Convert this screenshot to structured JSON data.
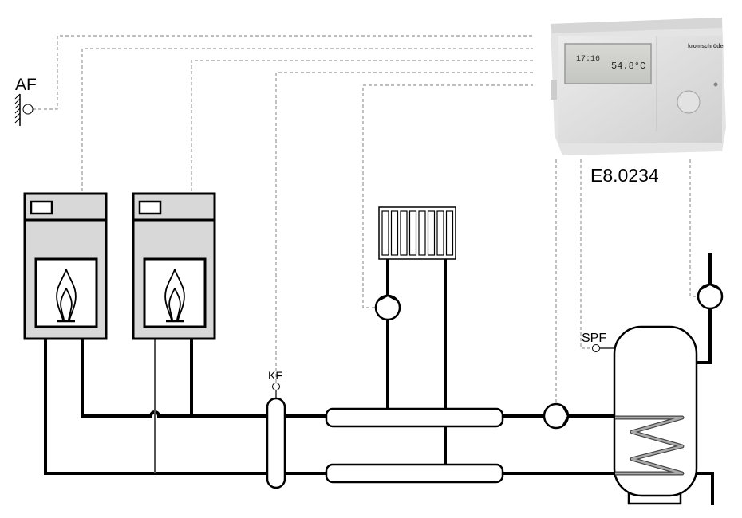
{
  "labels": {
    "outdoor_sensor": "AF",
    "boiler_sensor": "KF",
    "storage_sensor": "SPF",
    "controller_model": "E8.0234"
  },
  "controller": {
    "display_time": "17:16",
    "display_temp": "54.8°C",
    "brand_logo": "kromschröder"
  },
  "colors": {
    "pipe": "#000000",
    "signal_line": "#999999",
    "boiler_body": "#d8d8d8",
    "coil": "#8a8a8a"
  }
}
